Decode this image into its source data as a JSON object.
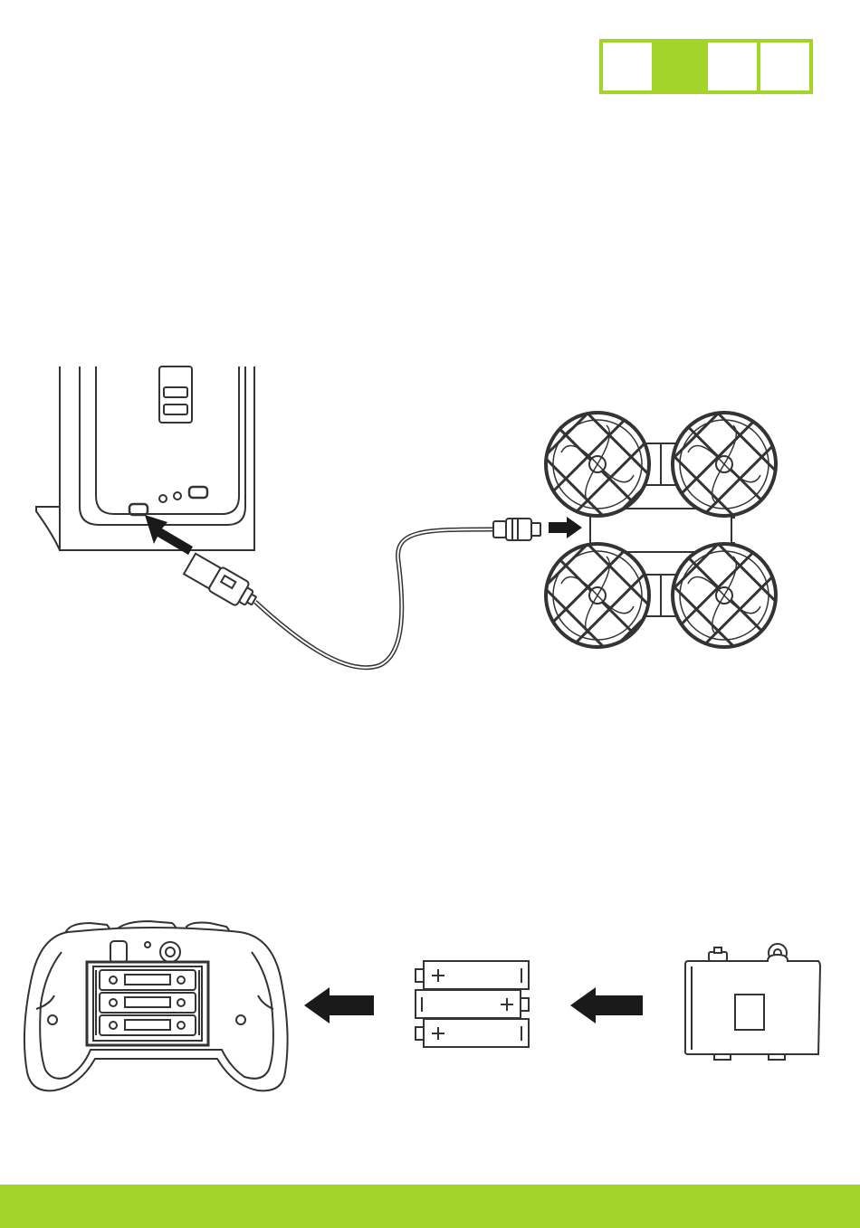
{
  "page_tabs": {
    "count": 4,
    "active_index": 1,
    "accent_color": "#a3d42a"
  },
  "figures": [
    {
      "name": "usb-charging-diagram",
      "elements": [
        "computer-tower",
        "usb-plug",
        "usb-cable",
        "drone",
        "insert-arrow"
      ]
    },
    {
      "name": "battery-install-diagram",
      "elements": [
        "remote-controller",
        "aaa-batteries",
        "battery-cover",
        "insert-arrow"
      ]
    }
  ],
  "icons": {
    "arrow": "arrow-icon",
    "battery_plus": "plus-icon",
    "battery_minus": "minus-icon"
  },
  "colors": {
    "accent": "#a3d42a",
    "line_art": "#333333",
    "background": "#ffffff"
  }
}
